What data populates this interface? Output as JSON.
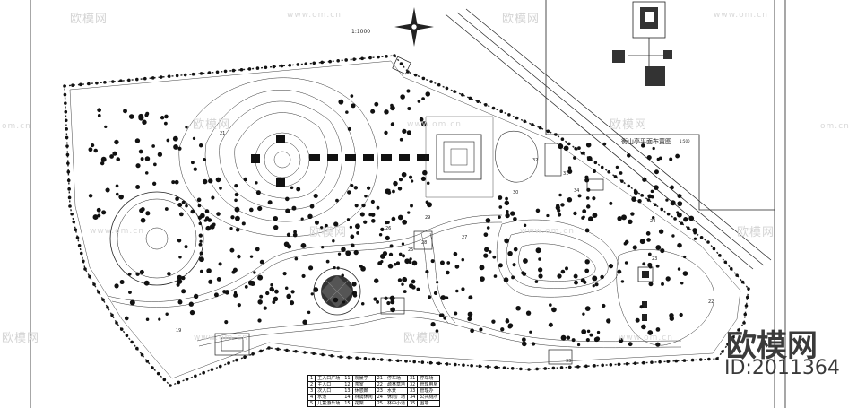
{
  "watermarks": {
    "brand": "欧模网",
    "site": "www.om.cn",
    "site_small": "om.cn"
  },
  "logo": {
    "brand": "欧模网",
    "id": "ID:2011364"
  },
  "plan": {
    "scale": "1:1000",
    "inset_caption": "衡山亭平面布置图",
    "inset_scale": "1:500",
    "area_labels": [
      "19",
      "21",
      "22",
      "23",
      "24",
      "25",
      "26",
      "27",
      "28",
      "29",
      "30",
      "31",
      "32",
      "33",
      "34"
    ]
  },
  "legend": {
    "rows": [
      [
        "1",
        "主入口广场",
        "11",
        "观景亭",
        "21",
        "停车场",
        "31",
        "停车场"
      ],
      [
        "2",
        "主入口",
        "12",
        "茶室",
        "22",
        "疏林草地",
        "32",
        "管理用房"
      ],
      [
        "3",
        "次入口",
        "13",
        "休憩廊",
        "23",
        "水景",
        "33",
        "管理办"
      ],
      [
        "4",
        "水池",
        "14",
        "林荫休闲",
        "24",
        "休闲广场",
        "34",
        "公共厕所"
      ],
      [
        "5",
        "儿童游乐场",
        "15",
        "花架",
        "25",
        "林中小道",
        "35",
        "围墙"
      ]
    ]
  }
}
